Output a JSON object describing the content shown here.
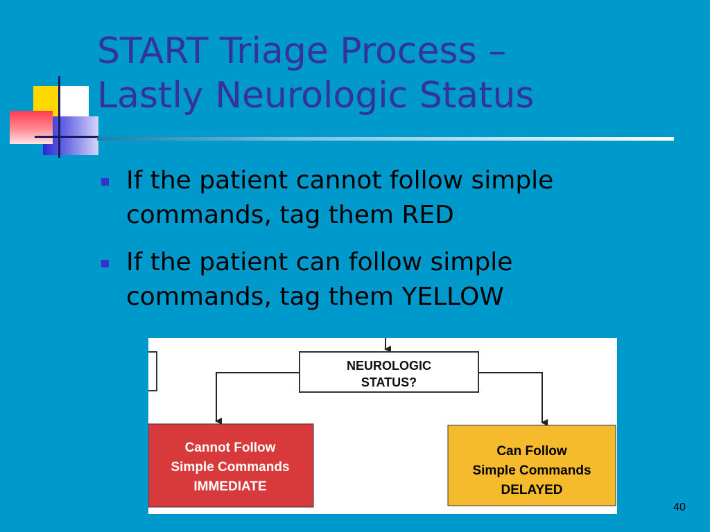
{
  "slide": {
    "title_line1": "START Triage Process –",
    "title_line2": "Lastly Neurologic Status",
    "bullets": [
      {
        "line1": "If the patient cannot follow simple",
        "line2": "commands, tag them RED"
      },
      {
        "line1": "If the patient can follow simple",
        "line2": "commands, tag them YELLOW"
      }
    ],
    "page_number": "40"
  },
  "diagram": {
    "decision": {
      "line1": "NEUROLOGIC",
      "line2": "STATUS?"
    },
    "left_outcome": {
      "line1": "Cannot Follow",
      "line2": "Simple Commands",
      "line3": "IMMEDIATE",
      "fill": "#d83a3c",
      "text_color": "#ffffff"
    },
    "right_outcome": {
      "line1": "Can Follow",
      "line2": "Simple Commands",
      "line3": "DELAYED",
      "fill": "#f6bb2c",
      "text_color": "#000000"
    }
  },
  "colors": {
    "background": "#0099cc",
    "title": "#333399",
    "bullet_marker": "#3333cc"
  }
}
